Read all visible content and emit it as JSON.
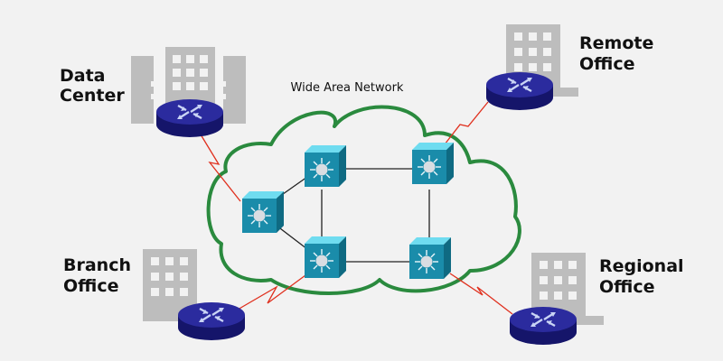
{
  "title": "Wide Area Network",
  "colors": {
    "background": "#f2f2f2",
    "cloud_outline": "#2a8a3e",
    "wan_link": "#e0301e",
    "lan_link": "#222222",
    "building": "#bdbdbd",
    "router_top": "#2b2b9e",
    "router_side": "#15156a",
    "switch_front": "#1a8caa",
    "switch_top": "#6fdcf0",
    "switch_side": "#0f6a82"
  },
  "sites": [
    {
      "id": "data-center",
      "label_line1": "Data",
      "label_line2": "Center"
    },
    {
      "id": "remote-office",
      "label_line1": "Remote",
      "label_line2": "Office"
    },
    {
      "id": "branch-office",
      "label_line1": "Branch",
      "label_line2": "Office"
    },
    {
      "id": "regional-office",
      "label_line1": "Regional",
      "label_line2": "Office"
    }
  ],
  "cloud_switches": [
    "left",
    "top-left",
    "top-right",
    "bottom-left",
    "bottom-right"
  ],
  "icons": {
    "router": "router-icon",
    "switch": "layer3-switch-icon",
    "building": "building-icon"
  }
}
